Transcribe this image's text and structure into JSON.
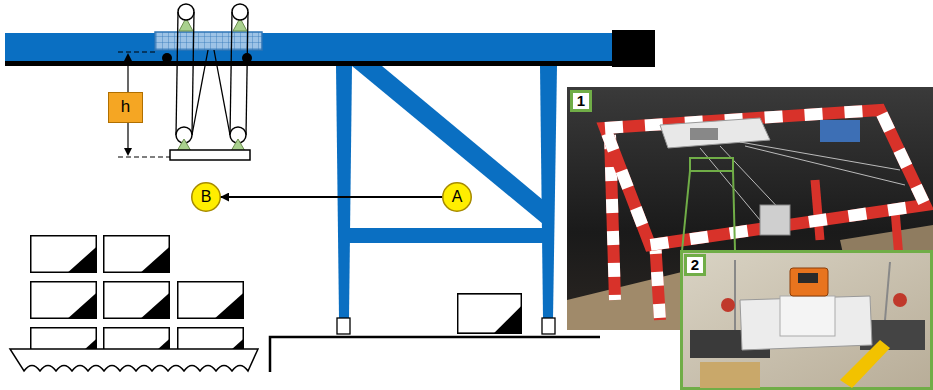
{
  "diagram": {
    "nodes": [
      {
        "text": [
          "h"
        ]
      },
      {
        "text": [
          "B"
        ]
      },
      {
        "text": [
          "A"
        ]
      },
      {
        "text": [
          "1"
        ]
      },
      {
        "text": [
          "2"
        ]
      }
    ],
    "edges": [
      {
        "from": 2,
        "to": 1,
        "arrow": "to"
      }
    ]
  }
}
